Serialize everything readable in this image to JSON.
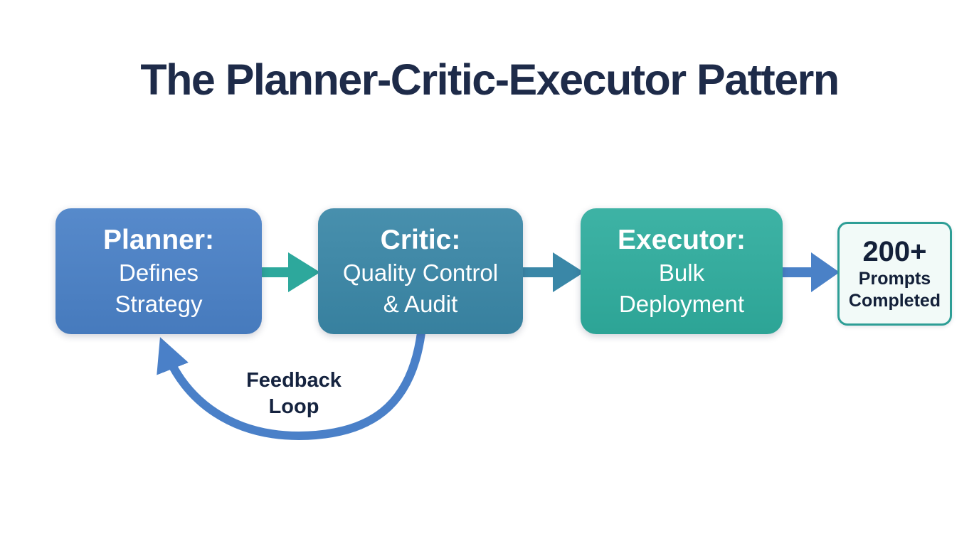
{
  "title": "The Planner-Critic-Executor Pattern",
  "colors": {
    "title_text": "#1e2b49",
    "node_text": "#ffffff",
    "feedback_text": "#15233f",
    "badge_text": "#132039"
  },
  "nodes": [
    {
      "id": "planner",
      "heading": "Planner:",
      "line1": "Defines",
      "line2": "Strategy",
      "color": "#4a81c7"
    },
    {
      "id": "critic",
      "heading": "Critic:",
      "line1": "Quality Control",
      "line2": "& Audit",
      "color": "#3a87a7"
    },
    {
      "id": "executor",
      "heading": "Executor:",
      "line1": "Bulk",
      "line2": "Deployment",
      "color": "#2fad9e"
    }
  ],
  "arrows": [
    {
      "from": "planner",
      "to": "critic",
      "color": "#2da89c"
    },
    {
      "from": "critic",
      "to": "executor",
      "color": "#3a87a7"
    },
    {
      "from": "executor",
      "to": "result",
      "color": "#4a81c7"
    }
  ],
  "feedback_loop": {
    "label_line1": "Feedback",
    "label_line2": "Loop",
    "arrow_color": "#4a80c8",
    "from": "critic",
    "to": "planner"
  },
  "result_badge": {
    "value": "200+",
    "label_line1": "Prompts",
    "label_line2": "Completed",
    "border_color": "#2e9e96",
    "background": "#f2faf8"
  }
}
